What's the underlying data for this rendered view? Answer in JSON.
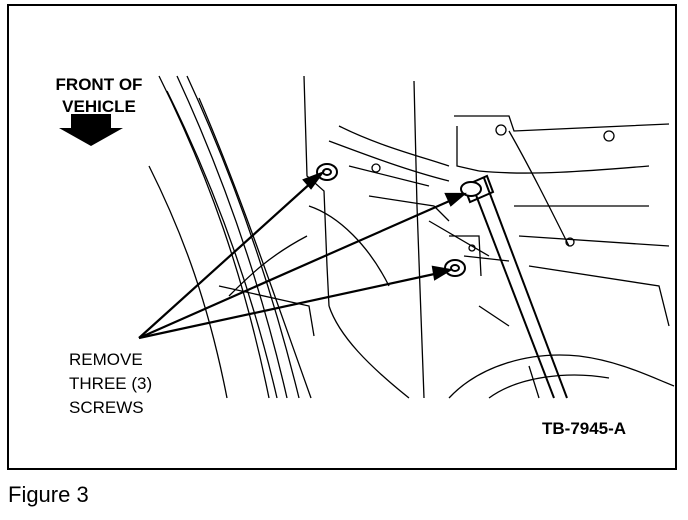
{
  "figure": {
    "front_label": "FRONT OF\nVEHICLE",
    "callout_label": "REMOVE\nTHREE (3)\nSCREWS",
    "reference_code": "TB-7945-A",
    "caption": "Figure 3"
  },
  "icons": {
    "direction_arrow": "down-arrow-icon",
    "screws": [
      "screw-icon",
      "screw-icon",
      "screw-icon"
    ]
  }
}
